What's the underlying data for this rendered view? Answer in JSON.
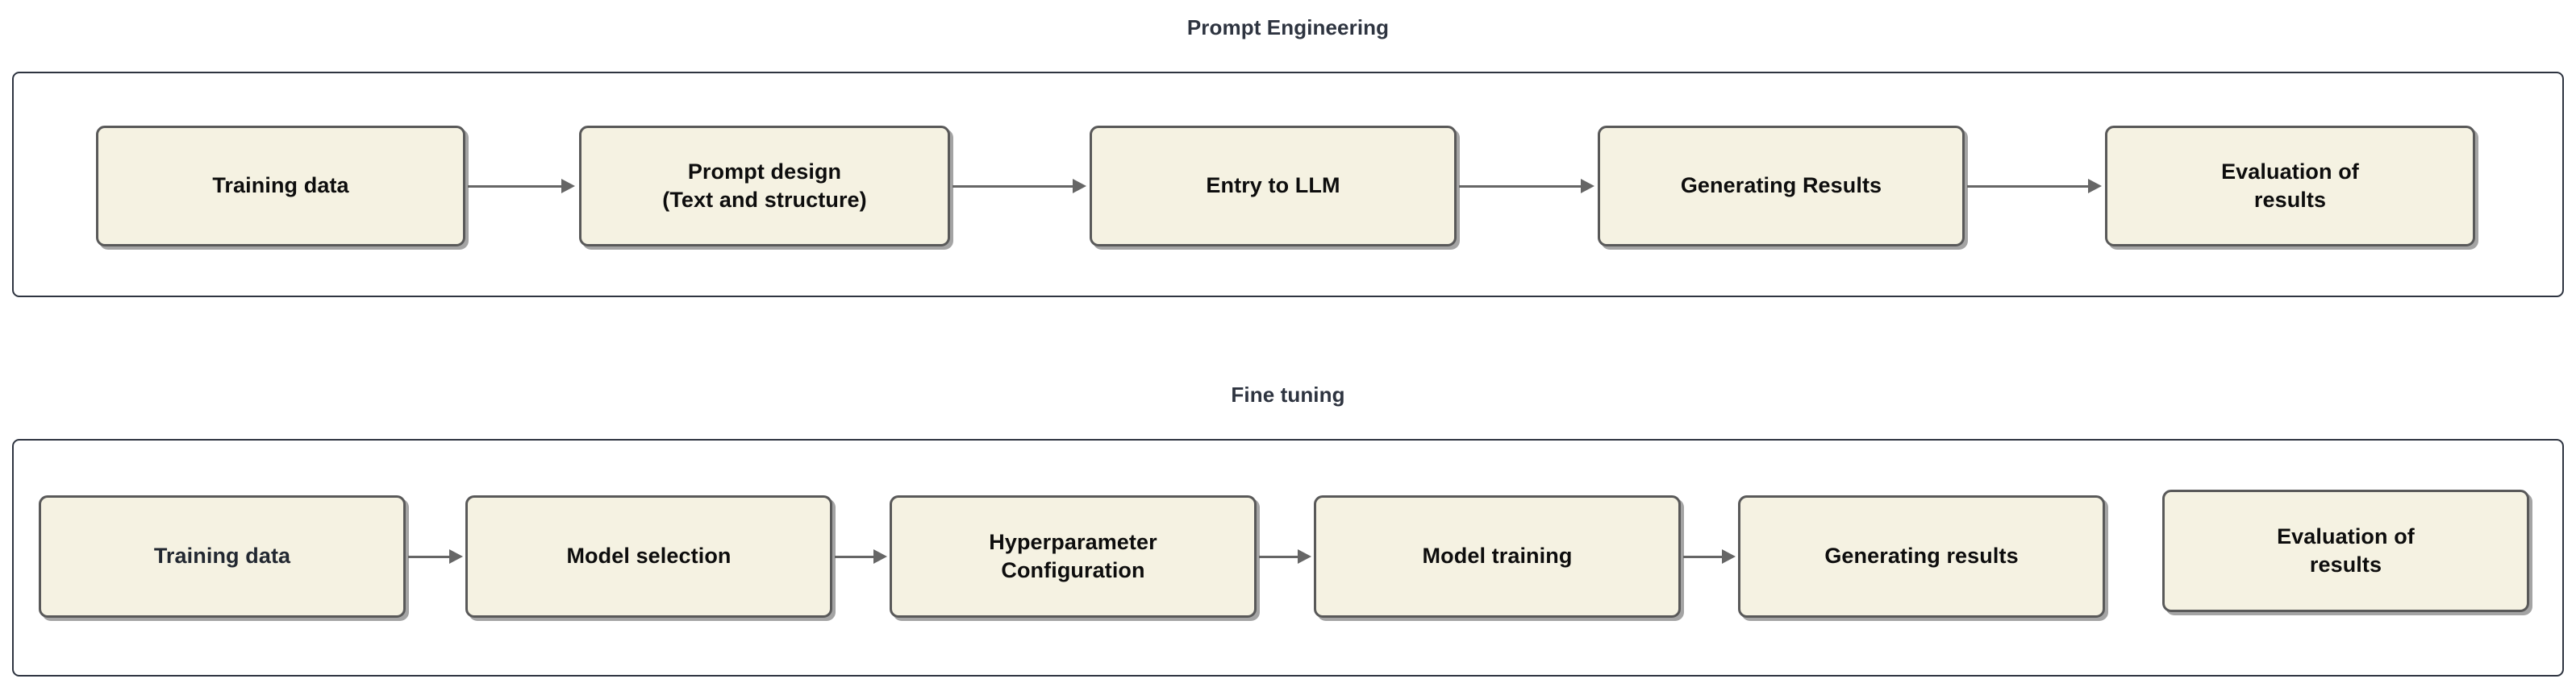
{
  "page": {
    "background_color": "#ffffff",
    "frame_border_color": "#2e3440",
    "node_fill_color": "#f5f2e2",
    "node_border_color": "#595959",
    "arrow_color": "#666666",
    "title_color": "#2e3440"
  },
  "sections": [
    {
      "id": "prompt-engineering",
      "title": "Prompt Engineering",
      "nodes": [
        {
          "id": "pe-training-data",
          "label": "Training data"
        },
        {
          "id": "pe-prompt-design",
          "label": "Prompt design\n(Text and structure)"
        },
        {
          "id": "pe-entry-to-llm",
          "label": "Entry to LLM"
        },
        {
          "id": "pe-generating-results",
          "label": "Generating Results"
        },
        {
          "id": "pe-evaluation",
          "label": "Evaluation of\nresults"
        }
      ],
      "arrows": [
        {
          "id": "pe-arrow-1",
          "from": "pe-training-data",
          "to": "pe-prompt-design"
        },
        {
          "id": "pe-arrow-2",
          "from": "pe-prompt-design",
          "to": "pe-entry-to-llm"
        },
        {
          "id": "pe-arrow-3",
          "from": "pe-entry-to-llm",
          "to": "pe-generating-results"
        },
        {
          "id": "pe-arrow-4",
          "from": "pe-generating-results",
          "to": "pe-evaluation"
        }
      ]
    },
    {
      "id": "fine-tuning",
      "title": "Fine tuning",
      "nodes": [
        {
          "id": "ft-training-data",
          "label": "Training data"
        },
        {
          "id": "ft-model-selection",
          "label": "Model selection"
        },
        {
          "id": "ft-hyperparameter",
          "label": "Hyperparameter\nConfiguration"
        },
        {
          "id": "ft-model-training",
          "label": "Model training"
        },
        {
          "id": "ft-generating-results",
          "label": "Generating results"
        },
        {
          "id": "ft-evaluation",
          "label": "Evaluation of\nresults"
        }
      ],
      "arrows": [
        {
          "id": "ft-arrow-1",
          "from": "ft-training-data",
          "to": "ft-model-selection"
        },
        {
          "id": "ft-arrow-2",
          "from": "ft-model-selection",
          "to": "ft-hyperparameter"
        },
        {
          "id": "ft-arrow-3",
          "from": "ft-hyperparameter",
          "to": "ft-model-training"
        },
        {
          "id": "ft-arrow-4",
          "from": "ft-model-training",
          "to": "ft-generating-results"
        }
      ]
    }
  ]
}
